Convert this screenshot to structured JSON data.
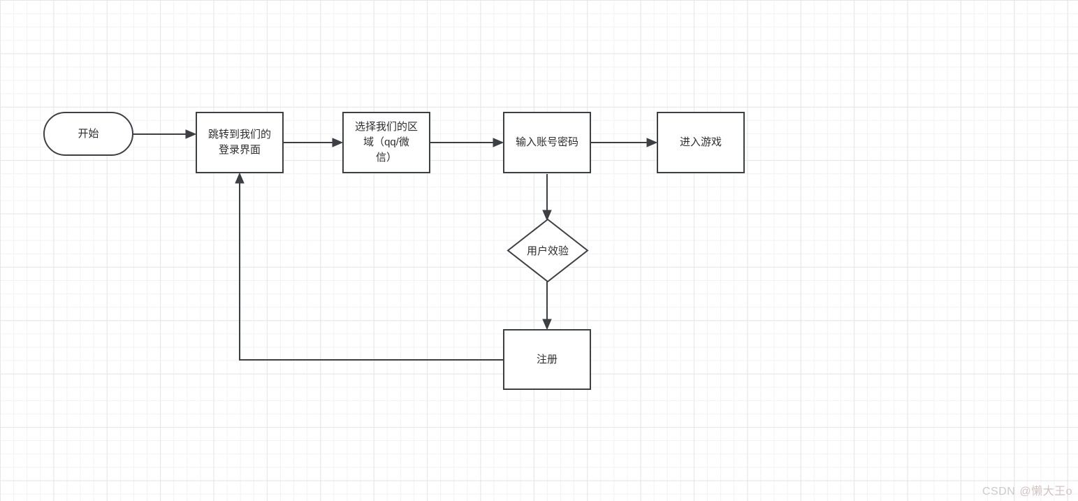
{
  "diagram": {
    "type": "flowchart",
    "nodes": [
      {
        "id": "start",
        "shape": "terminator",
        "lines": [
          "开始"
        ]
      },
      {
        "id": "jump-login",
        "shape": "process",
        "lines": [
          "跳转到我们的",
          "登录界面"
        ]
      },
      {
        "id": "select-region",
        "shape": "process",
        "lines": [
          "选择我们的区",
          "域（qq/微",
          "信）"
        ]
      },
      {
        "id": "enter-credentials",
        "shape": "process",
        "lines": [
          "输入账号密码"
        ]
      },
      {
        "id": "enter-game",
        "shape": "process",
        "lines": [
          "进入游戏"
        ]
      },
      {
        "id": "user-validate",
        "shape": "decision",
        "lines": [
          "用户效验"
        ]
      },
      {
        "id": "register",
        "shape": "process",
        "lines": [
          "注册"
        ]
      }
    ],
    "edges": [
      {
        "id": "start-to-jump",
        "from": "start",
        "to": "jump-login"
      },
      {
        "id": "jump-to-select",
        "from": "jump-login",
        "to": "select-region"
      },
      {
        "id": "select-to-enter",
        "from": "select-region",
        "to": "enter-credentials"
      },
      {
        "id": "enter-to-game",
        "from": "enter-credentials",
        "to": "enter-game"
      },
      {
        "id": "enter-to-validate",
        "from": "enter-credentials",
        "to": "user-validate"
      },
      {
        "id": "validate-to-register",
        "from": "user-validate",
        "to": "register"
      },
      {
        "id": "register-to-jump",
        "from": "register",
        "to": "jump-login"
      }
    ]
  },
  "colors": {
    "stroke": "#3c4044",
    "node_fill": "#ffffff",
    "text": "#2d2d2d",
    "grid_minor": "#f2f2f5",
    "grid_major": "#e6e6e9",
    "watermark_prefix": "#cbcbcd",
    "watermark_handle": "#d5c2c2"
  },
  "watermark": {
    "prefix": "CSDN",
    "handle": "@懒大王o"
  }
}
